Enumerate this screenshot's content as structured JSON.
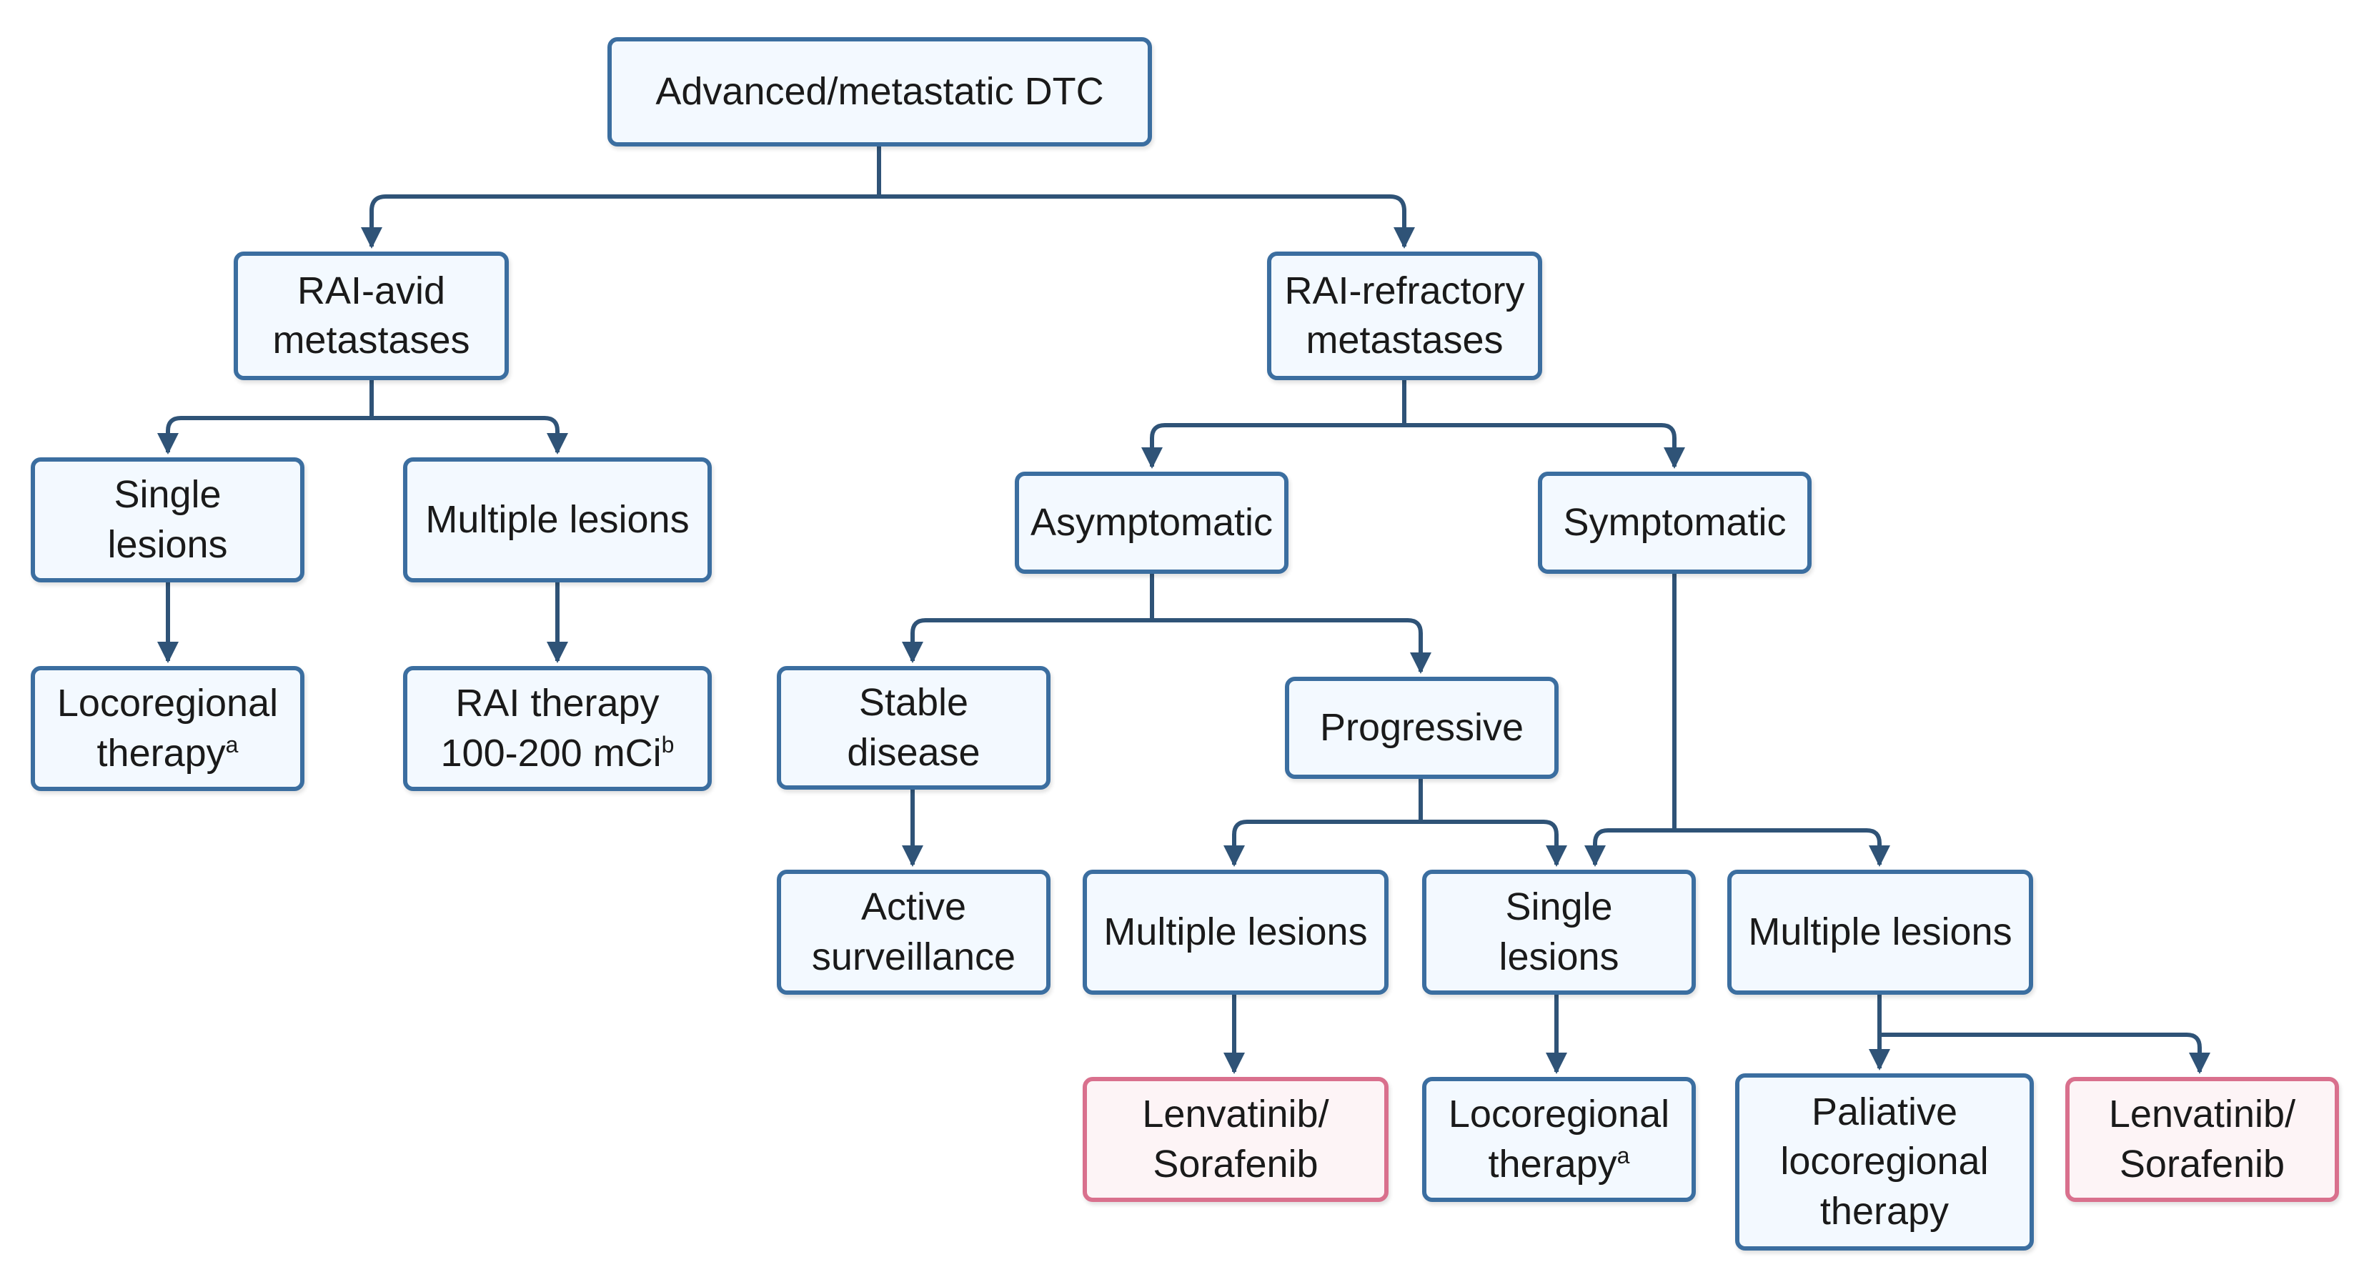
{
  "nodes": {
    "root": {
      "text": "Advanced/metastatic DTC"
    },
    "rai_avid": {
      "text": "RAI-avid\nmetastases"
    },
    "rai_refractory": {
      "text": "RAI-refractory\nmetastases"
    },
    "avid_single": {
      "text": "Single\nlesions"
    },
    "avid_multiple": {
      "text": "Multiple lesions"
    },
    "avid_locoregional": {
      "line1": "Locoregional",
      "line2": "therapy",
      "sup": "a"
    },
    "avid_rai_therapy": {
      "line1": "RAI therapy",
      "line2": "100-200 mCi",
      "sup": "b"
    },
    "asymptomatic": {
      "text": "Asymptomatic"
    },
    "symptomatic": {
      "text": "Symptomatic"
    },
    "stable": {
      "text": "Stable\ndisease"
    },
    "progressive": {
      "text": "Progressive"
    },
    "surveillance": {
      "text": "Active\nsurveillance"
    },
    "prog_multiple": {
      "text": "Multiple lesions"
    },
    "ref_single": {
      "text": "Single\nlesions"
    },
    "sym_multiple": {
      "text": "Multiple lesions"
    },
    "lenv1": {
      "text": "Lenvatinib/\nSorafenib"
    },
    "ref_locoregional": {
      "line1": "Locoregional",
      "line2": "therapy",
      "sup": "a"
    },
    "paliative": {
      "text": "Paliative\nlocoregional\ntherapy"
    },
    "lenv2": {
      "text": "Lenvatinib/\nSorafenib"
    }
  },
  "colors": {
    "box_border": "#3b6ea0",
    "box_fill": "#f3f9ff",
    "drug_border": "#d9708d",
    "drug_fill": "#fdf4f6",
    "connector": "#2f5377"
  }
}
